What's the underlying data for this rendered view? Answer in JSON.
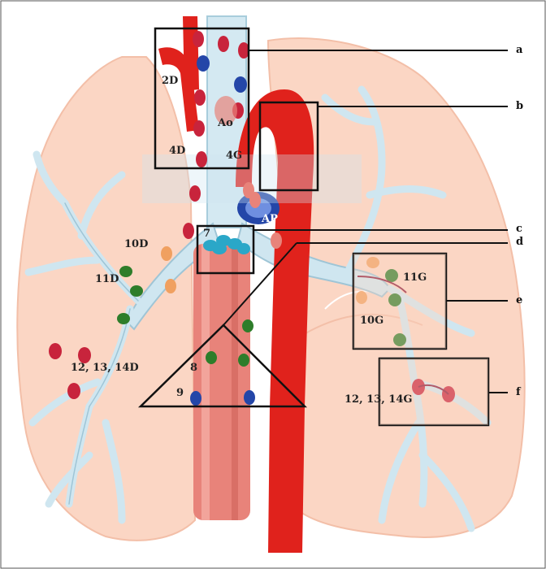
{
  "labels": {
    "l2D": "2D",
    "lAo": "Ao",
    "l4D": "4D",
    "l4G": "4G",
    "lAP": "AP",
    "l7": "7",
    "l10D": "10D",
    "l11D": "11D",
    "l121314D": "12, 13, 14D",
    "l8": "8",
    "l9": "9",
    "l11G": "11G",
    "l10G": "10G",
    "l121314G": "12, 13, 14G"
  },
  "callouts": [
    "a",
    "b",
    "c",
    "d",
    "e",
    "f"
  ],
  "colors": {
    "lung": "#fbd6c4",
    "lung_edge": "#f3bfa8",
    "bronchi": "#cfe6f0",
    "bronchi_edge": "#9fc5d6",
    "aorta": "#e0221c",
    "esophagus": "#e8837a",
    "node_red": "#c8243c",
    "node_blue": "#2446a8",
    "node_green": "#2e7d2a",
    "node_orange": "#f0a060",
    "node_cyan": "#2aa7c8",
    "frame": "#111111"
  }
}
